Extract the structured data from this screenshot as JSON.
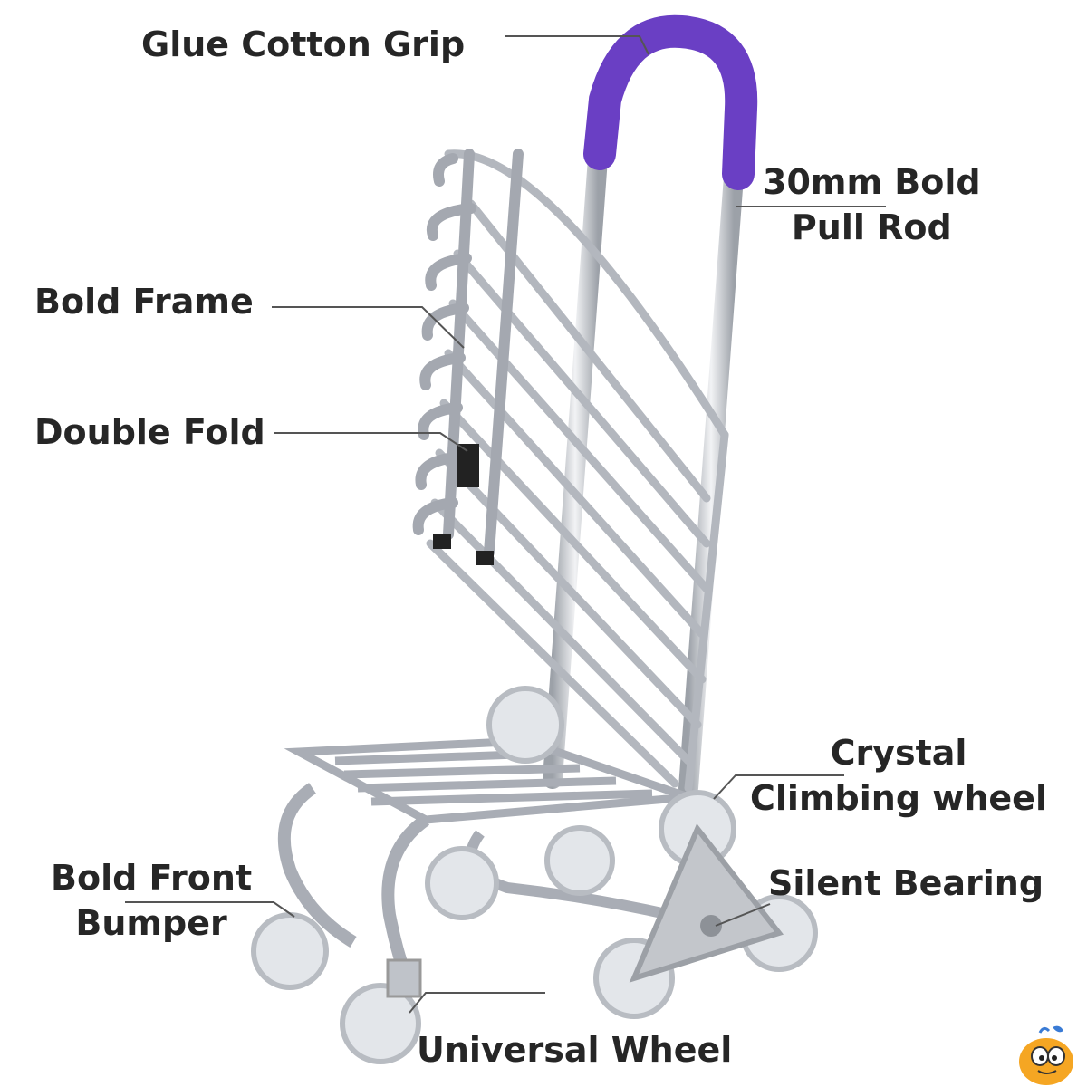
{
  "labels": {
    "glue_cotton_grip": "Glue Cotton Grip",
    "pull_rod_line1": "30mm Bold",
    "pull_rod_line2": "Pull Rod",
    "bold_frame": "Bold Frame",
    "double_fold": "Double Fold",
    "crystal_line1": "Crystal",
    "crystal_line2": "Climbing wheel",
    "silent_bearing": "Silent Bearing",
    "bumper_line1": "Bold Front",
    "bumper_line2": "Bumper",
    "universal_wheel": "Universal Wheel"
  },
  "colors": {
    "text": "#262626",
    "grip": "#6a3fc4",
    "frame": "#a9adb5",
    "frame_light": "#e6e8ec",
    "wheel": "#d7dbe0",
    "leader": "#555555"
  },
  "icons": {
    "mascot": "bird-mascot-icon"
  }
}
